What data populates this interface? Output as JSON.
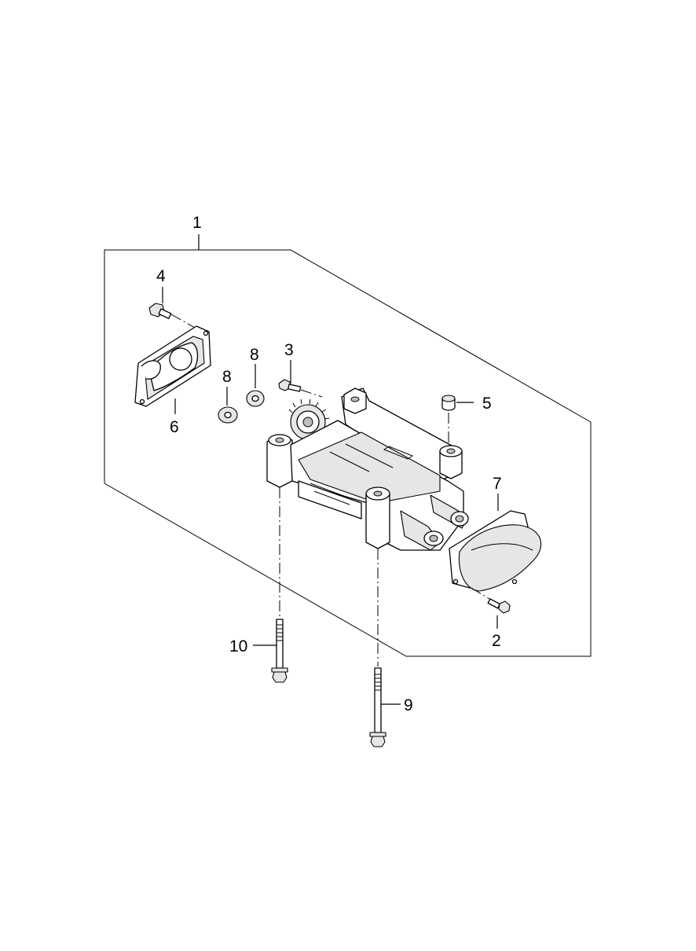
{
  "callouts": [
    {
      "id": "c1",
      "label": "1"
    },
    {
      "id": "c2",
      "label": "2"
    },
    {
      "id": "c3",
      "label": "3"
    },
    {
      "id": "c4",
      "label": "4"
    },
    {
      "id": "c5",
      "label": "5"
    },
    {
      "id": "c6",
      "label": "6"
    },
    {
      "id": "c7",
      "label": "7"
    },
    {
      "id": "c8a",
      "label": "8"
    },
    {
      "id": "c8b",
      "label": "8"
    },
    {
      "id": "c9",
      "label": "9"
    },
    {
      "id": "c10",
      "label": "10"
    }
  ]
}
